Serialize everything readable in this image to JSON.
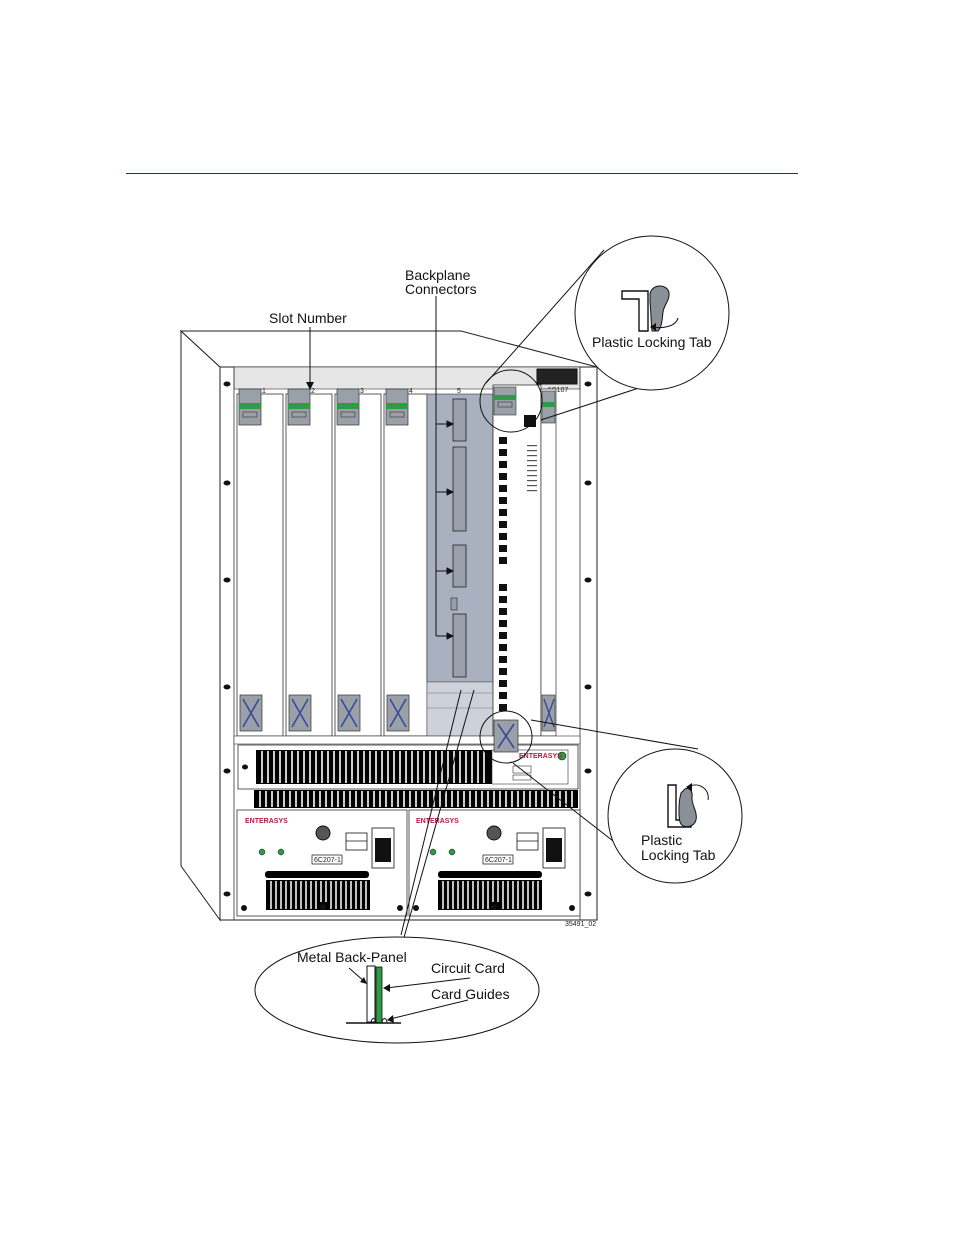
{
  "figure": {
    "labels": {
      "slot_number": "Slot Number",
      "backplane_connectors_line1": "Backplane",
      "backplane_connectors_line2": "Connectors",
      "plastic_locking_tab_top": "Plastic Locking Tab",
      "plastic_locking_tab_bottom_line1": "Plastic",
      "plastic_locking_tab_bottom_line2": "Locking Tab",
      "metal_back_panel": "Metal Back-Panel",
      "circuit_card": "Circuit Card",
      "card_guides": "Card Guides",
      "figure_id": "35491_02"
    },
    "chassis": {
      "slot_numbers": [
        "1",
        "2",
        "3",
        "4",
        "5"
      ],
      "module_model": "6C107",
      "power_supply_model": "6C207-1",
      "brand": "ENTERASYS"
    },
    "colors": {
      "rule": "#1b2a8c",
      "backplane": "#a9b0bf",
      "card_guide_green": "#2f9b45",
      "x_mark": "#3a4a9a",
      "brand_red": "#c0143c"
    }
  }
}
